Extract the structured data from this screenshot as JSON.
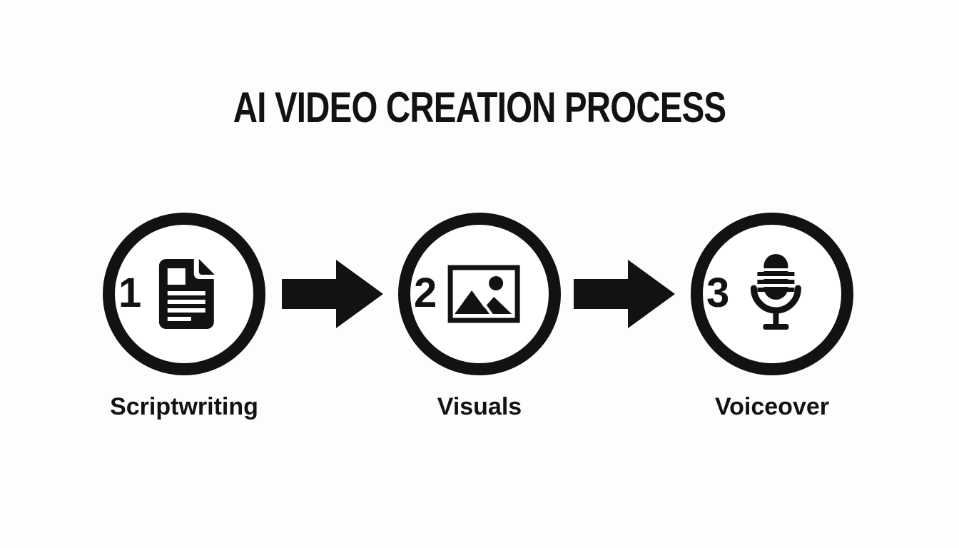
{
  "title": "AI VIDEO CREATION PROCESS",
  "colors": {
    "fg": "#121212",
    "bg": "#fdfdfd"
  },
  "steps": [
    {
      "number": "1",
      "label": "Scriptwriting",
      "icon": "document-icon"
    },
    {
      "number": "2",
      "label": "Visuals",
      "icon": "image-icon"
    },
    {
      "number": "3",
      "label": "Voiceover",
      "icon": "microphone-icon"
    }
  ],
  "connectors": [
    {
      "from": "Scriptwriting",
      "to": "Visuals",
      "icon": "arrow-right-icon"
    },
    {
      "from": "Visuals",
      "to": "Voiceover",
      "icon": "arrow-right-icon"
    }
  ]
}
